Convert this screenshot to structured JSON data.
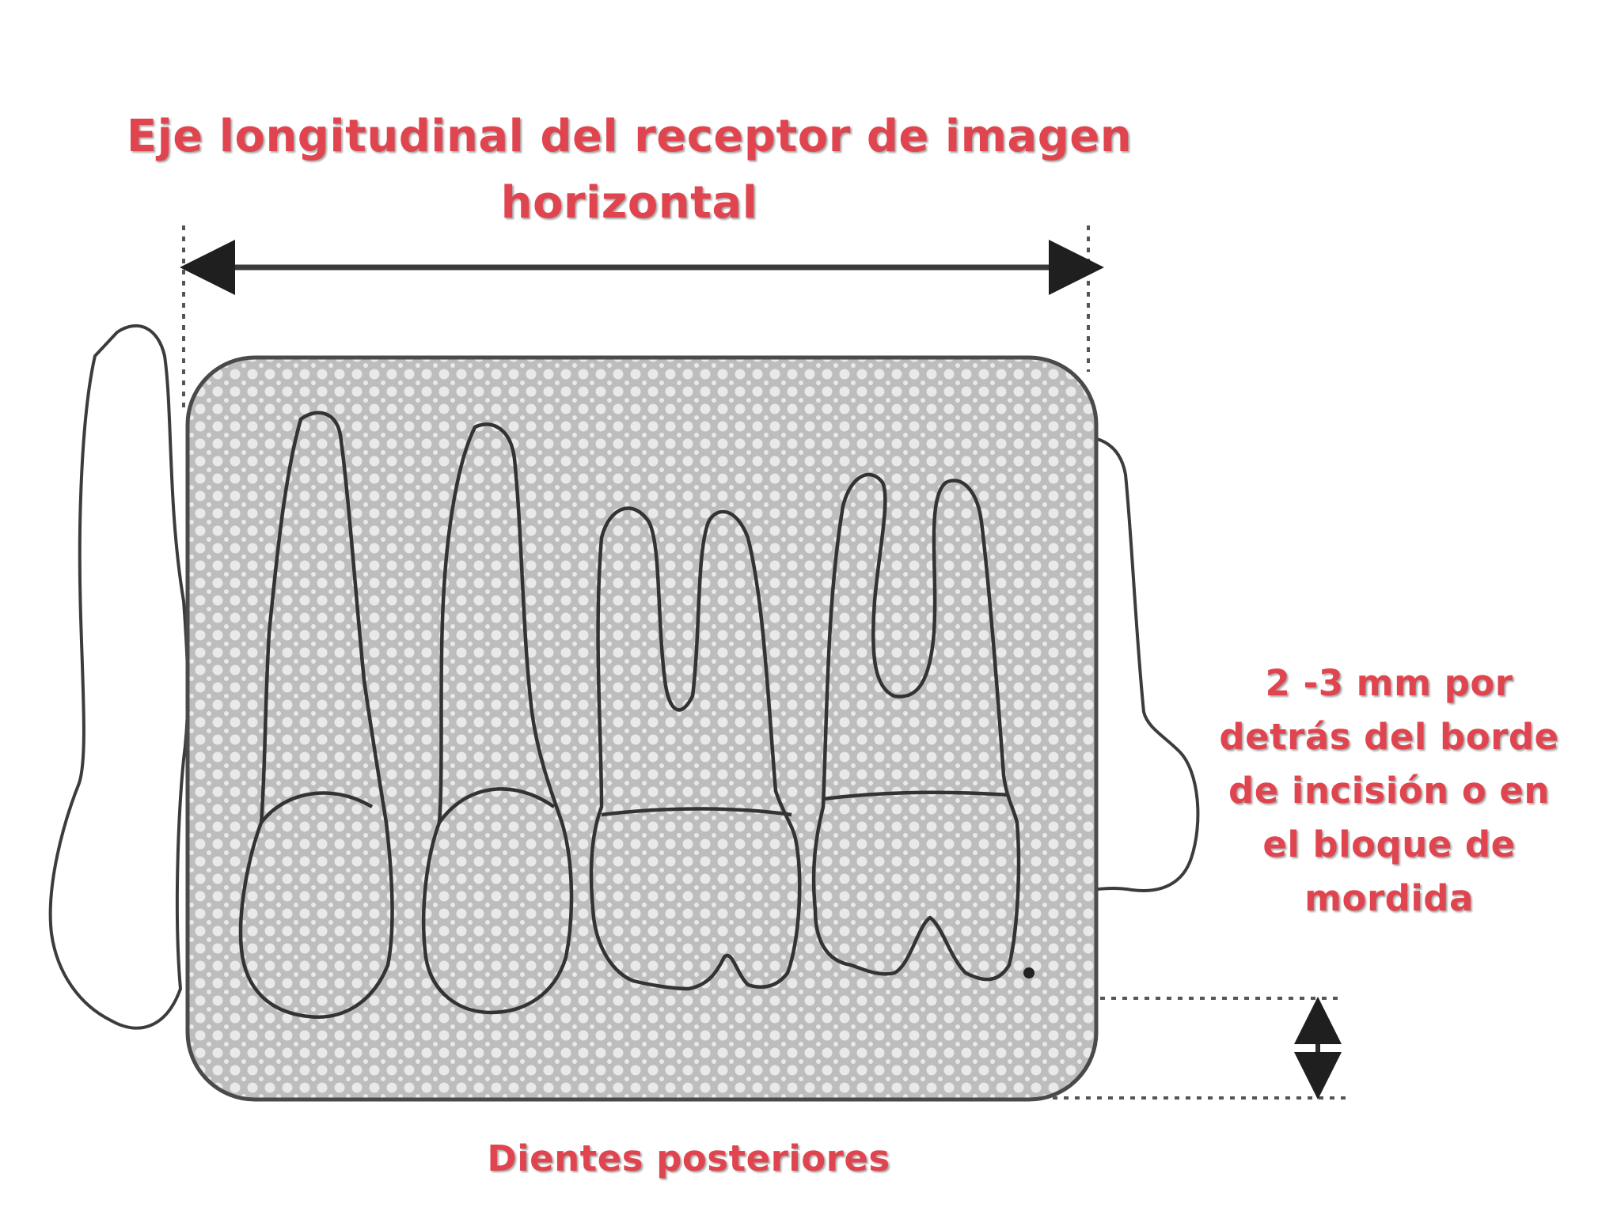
{
  "labels": {
    "axis_title_line1": "Eje longitudinal del receptor de imagen",
    "axis_title_line2": "horizontal",
    "side_note_lines": [
      "2 -3 mm por",
      "detrás del borde",
      "de incisión o en",
      "el bloque de",
      "mordida"
    ],
    "bottom_caption": "Dientes posteriores"
  },
  "colors": {
    "label_text": "#e0454f",
    "outline": "#3c3c3c",
    "receptor_fill": "#b5b5b5",
    "arrow": "#2a2a2a"
  }
}
